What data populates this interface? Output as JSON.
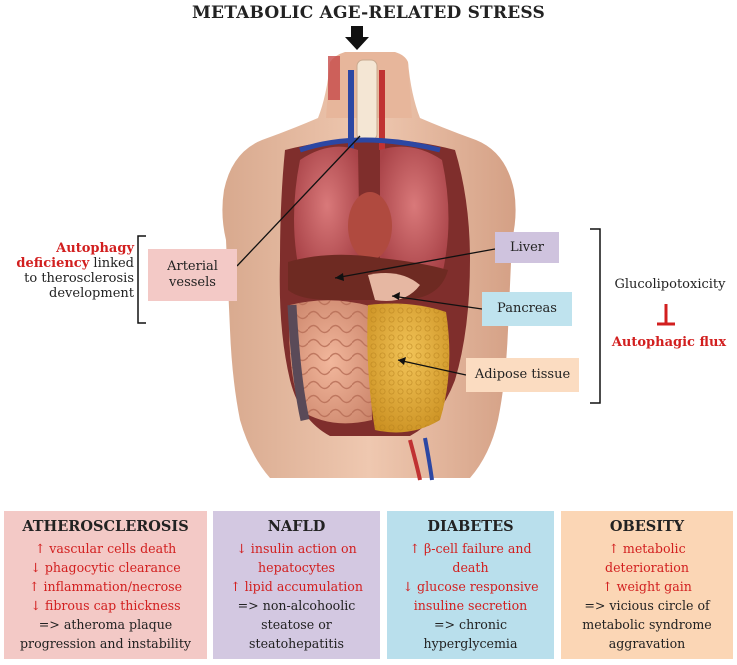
{
  "title": "METABOLIC AGE-RELATED STRESS",
  "left_note": {
    "red_line1": "Autophagy",
    "red_line2": "deficiency",
    "rest_line2": " linked",
    "line3": "to therosclerosis",
    "line4": "development"
  },
  "organs": {
    "arterial": {
      "line1": "Arterial",
      "line2": "vessels"
    },
    "liver": "Liver",
    "pancreas": "Pancreas",
    "adipose": "Adipose tissue"
  },
  "right_note": {
    "glucolipotoxicity": "Glucolipotoxicity",
    "flux": "Autophagic flux"
  },
  "panels": [
    {
      "heading": "ATHEROSCLEROSIS",
      "lines": [
        {
          "text": "↑ vascular cells death",
          "red": true
        },
        {
          "text": "↓ phagocytic clearance",
          "red": true
        },
        {
          "text": "↑ inflammation/necrose",
          "red": true
        },
        {
          "text": "↓ fibrous cap thickness",
          "red": true
        },
        {
          "text": "=> atheroma plaque",
          "red": false
        },
        {
          "text": "progression and instability",
          "red": false
        }
      ]
    },
    {
      "heading": "NAFLD",
      "lines": [
        {
          "text": "↓ insulin action on",
          "red": true
        },
        {
          "text": "hepatocytes",
          "red": true
        },
        {
          "text": "↑ lipid accumulation",
          "red": true
        },
        {
          "text": "=> non-alcohoolic",
          "red": false
        },
        {
          "text": "steatose or",
          "red": false
        },
        {
          "text": "steatohepatitis",
          "red": false
        }
      ]
    },
    {
      "heading": "DIABETES",
      "lines": [
        {
          "text": "↑ β-cell failure and",
          "red": true
        },
        {
          "text": "death",
          "red": true
        },
        {
          "text": "↓ glucose responsive",
          "red": true
        },
        {
          "text": "insuline secretion",
          "red": true
        },
        {
          "text": "=> chronic",
          "red": false
        },
        {
          "text": "hyperglycemia",
          "red": false
        }
      ]
    },
    {
      "heading": "OBESITY",
      "lines": [
        {
          "text": "↑ metabolic",
          "red": true
        },
        {
          "text": "deterioration",
          "red": true
        },
        {
          "text": "↑ weight gain",
          "red": true
        },
        {
          "text": "=> vicious circle of",
          "red": false
        },
        {
          "text": "metabolic syndrome",
          "red": false
        },
        {
          "text": "aggravation",
          "red": false
        }
      ]
    }
  ],
  "colors": {
    "arterial_box": "#f3c9c6",
    "liver_box": "#cfc3de",
    "pancreas_box": "#bfe3ee",
    "adipose_box": "#fbdcc1",
    "panel_atherosclerosis": "#f3c9c6",
    "panel_nafld": "#d3c8e1",
    "panel_diabetes": "#b9dfec",
    "panel_obesity": "#fbd6b5",
    "accent_red": "#d21f1f"
  }
}
